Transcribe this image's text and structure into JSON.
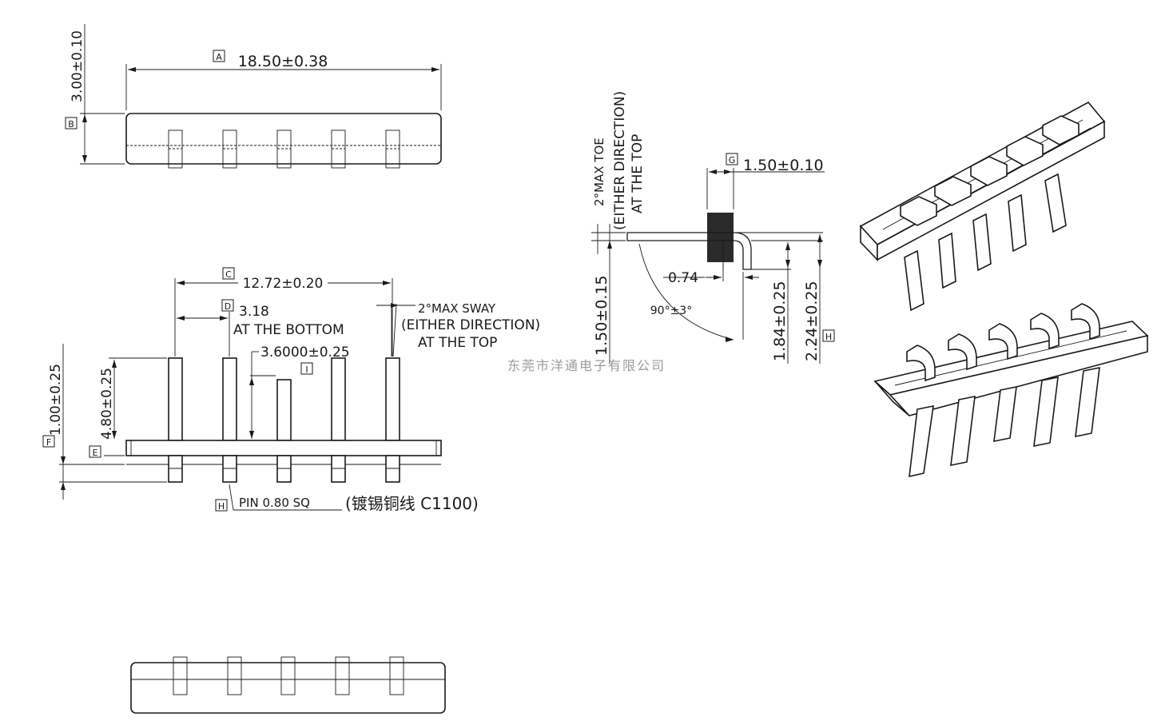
{
  "top_view": {
    "width_label": "A",
    "width_dim": "18.50±0.38",
    "height_label": "B",
    "height_dim": "3.00±0.10"
  },
  "front_view": {
    "pitch_label": "C",
    "pitch_dim": "12.72±0.20",
    "first_pin_label": "D",
    "first_pin_dim": "3.18",
    "first_pin_note": "AT THE BOTTOM",
    "center_pin_dim": "3.6000±0.25",
    "center_pin_label": "I",
    "pin_height_dim": "4.80±0.25",
    "pin_bottom_dim": "1.00±0.25",
    "f_label": "F",
    "e_label": "E",
    "sway_line1": "2°MAX SWAY",
    "sway_line2": "(EITHER DIRECTION)",
    "sway_line3": "AT THE TOP",
    "pin_label": "H",
    "pin_spec": "PIN 0.80 SQ",
    "pin_material": "(镀锡铜线 C1100)"
  },
  "side_view": {
    "toe_line1": "2°MAX TOE",
    "toe_line2": "(EITHER DIRECTION)",
    "toe_line3": "AT THE TOP",
    "g_label": "G",
    "g_dim": "1.50±0.10",
    "offset_dim": "0.74",
    "angle_dim": "90°±3°",
    "left_dim": "1.50±0.15",
    "h1_dim": "1.84±0.25",
    "h2_dim": "2.24±0.25",
    "h_label": "H"
  },
  "watermark": "东莞市洋通电子有限公司"
}
